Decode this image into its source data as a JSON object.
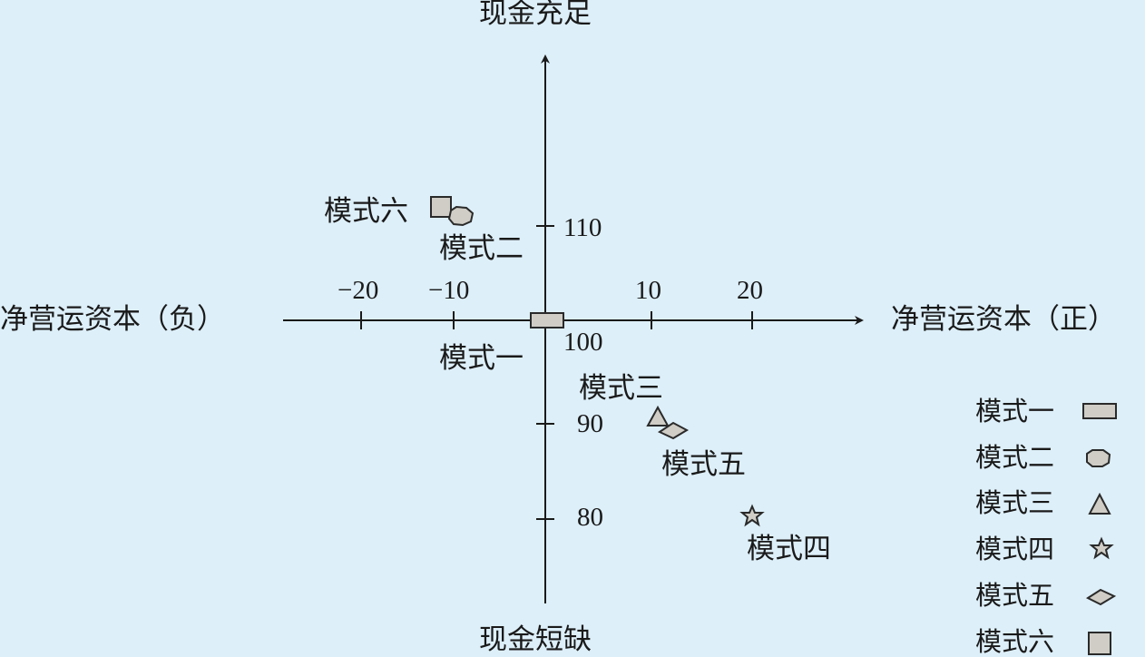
{
  "chart_data": {
    "type": "scatter",
    "title": "",
    "axes": {
      "top": "现金充足",
      "bottom": "现金短缺",
      "left": "净营运资本（负）",
      "right": "净营运资本（正）"
    },
    "x_ticks": [
      "−20",
      "−10",
      "10",
      "20"
    ],
    "y_ticks": [
      "110",
      "100",
      "90",
      "80"
    ],
    "xlim": [
      -27,
      30
    ],
    "ylim": [
      72,
      128
    ],
    "origin": {
      "x": 0,
      "y": 100
    },
    "grid": false,
    "legend_position": "bottom-right",
    "points": [
      {
        "name": "模式一",
        "marker": "rectangle",
        "x": 0,
        "y": 100
      },
      {
        "name": "模式二",
        "marker": "octagon",
        "x": -9,
        "y": 111
      },
      {
        "name": "模式三",
        "marker": "triangle",
        "x": 11,
        "y": 91
      },
      {
        "name": "模式四",
        "marker": "star",
        "x": 20,
        "y": 80
      },
      {
        "name": "模式五",
        "marker": "diamond",
        "x": 13,
        "y": 89
      },
      {
        "name": "模式六",
        "marker": "square",
        "x": -10.5,
        "y": 112
      }
    ],
    "legend": [
      {
        "label": "模式一",
        "marker": "rectangle"
      },
      {
        "label": "模式二",
        "marker": "octagon"
      },
      {
        "label": "模式三",
        "marker": "triangle"
      },
      {
        "label": "模式四",
        "marker": "star"
      },
      {
        "label": "模式五",
        "marker": "diamond"
      },
      {
        "label": "模式六",
        "marker": "square"
      }
    ],
    "colors": {
      "background": "#DDEFF9",
      "marker_fill": "#CFCDC6",
      "marker_stroke": "#2a2a2a",
      "axis": "#1a1a1a"
    }
  }
}
